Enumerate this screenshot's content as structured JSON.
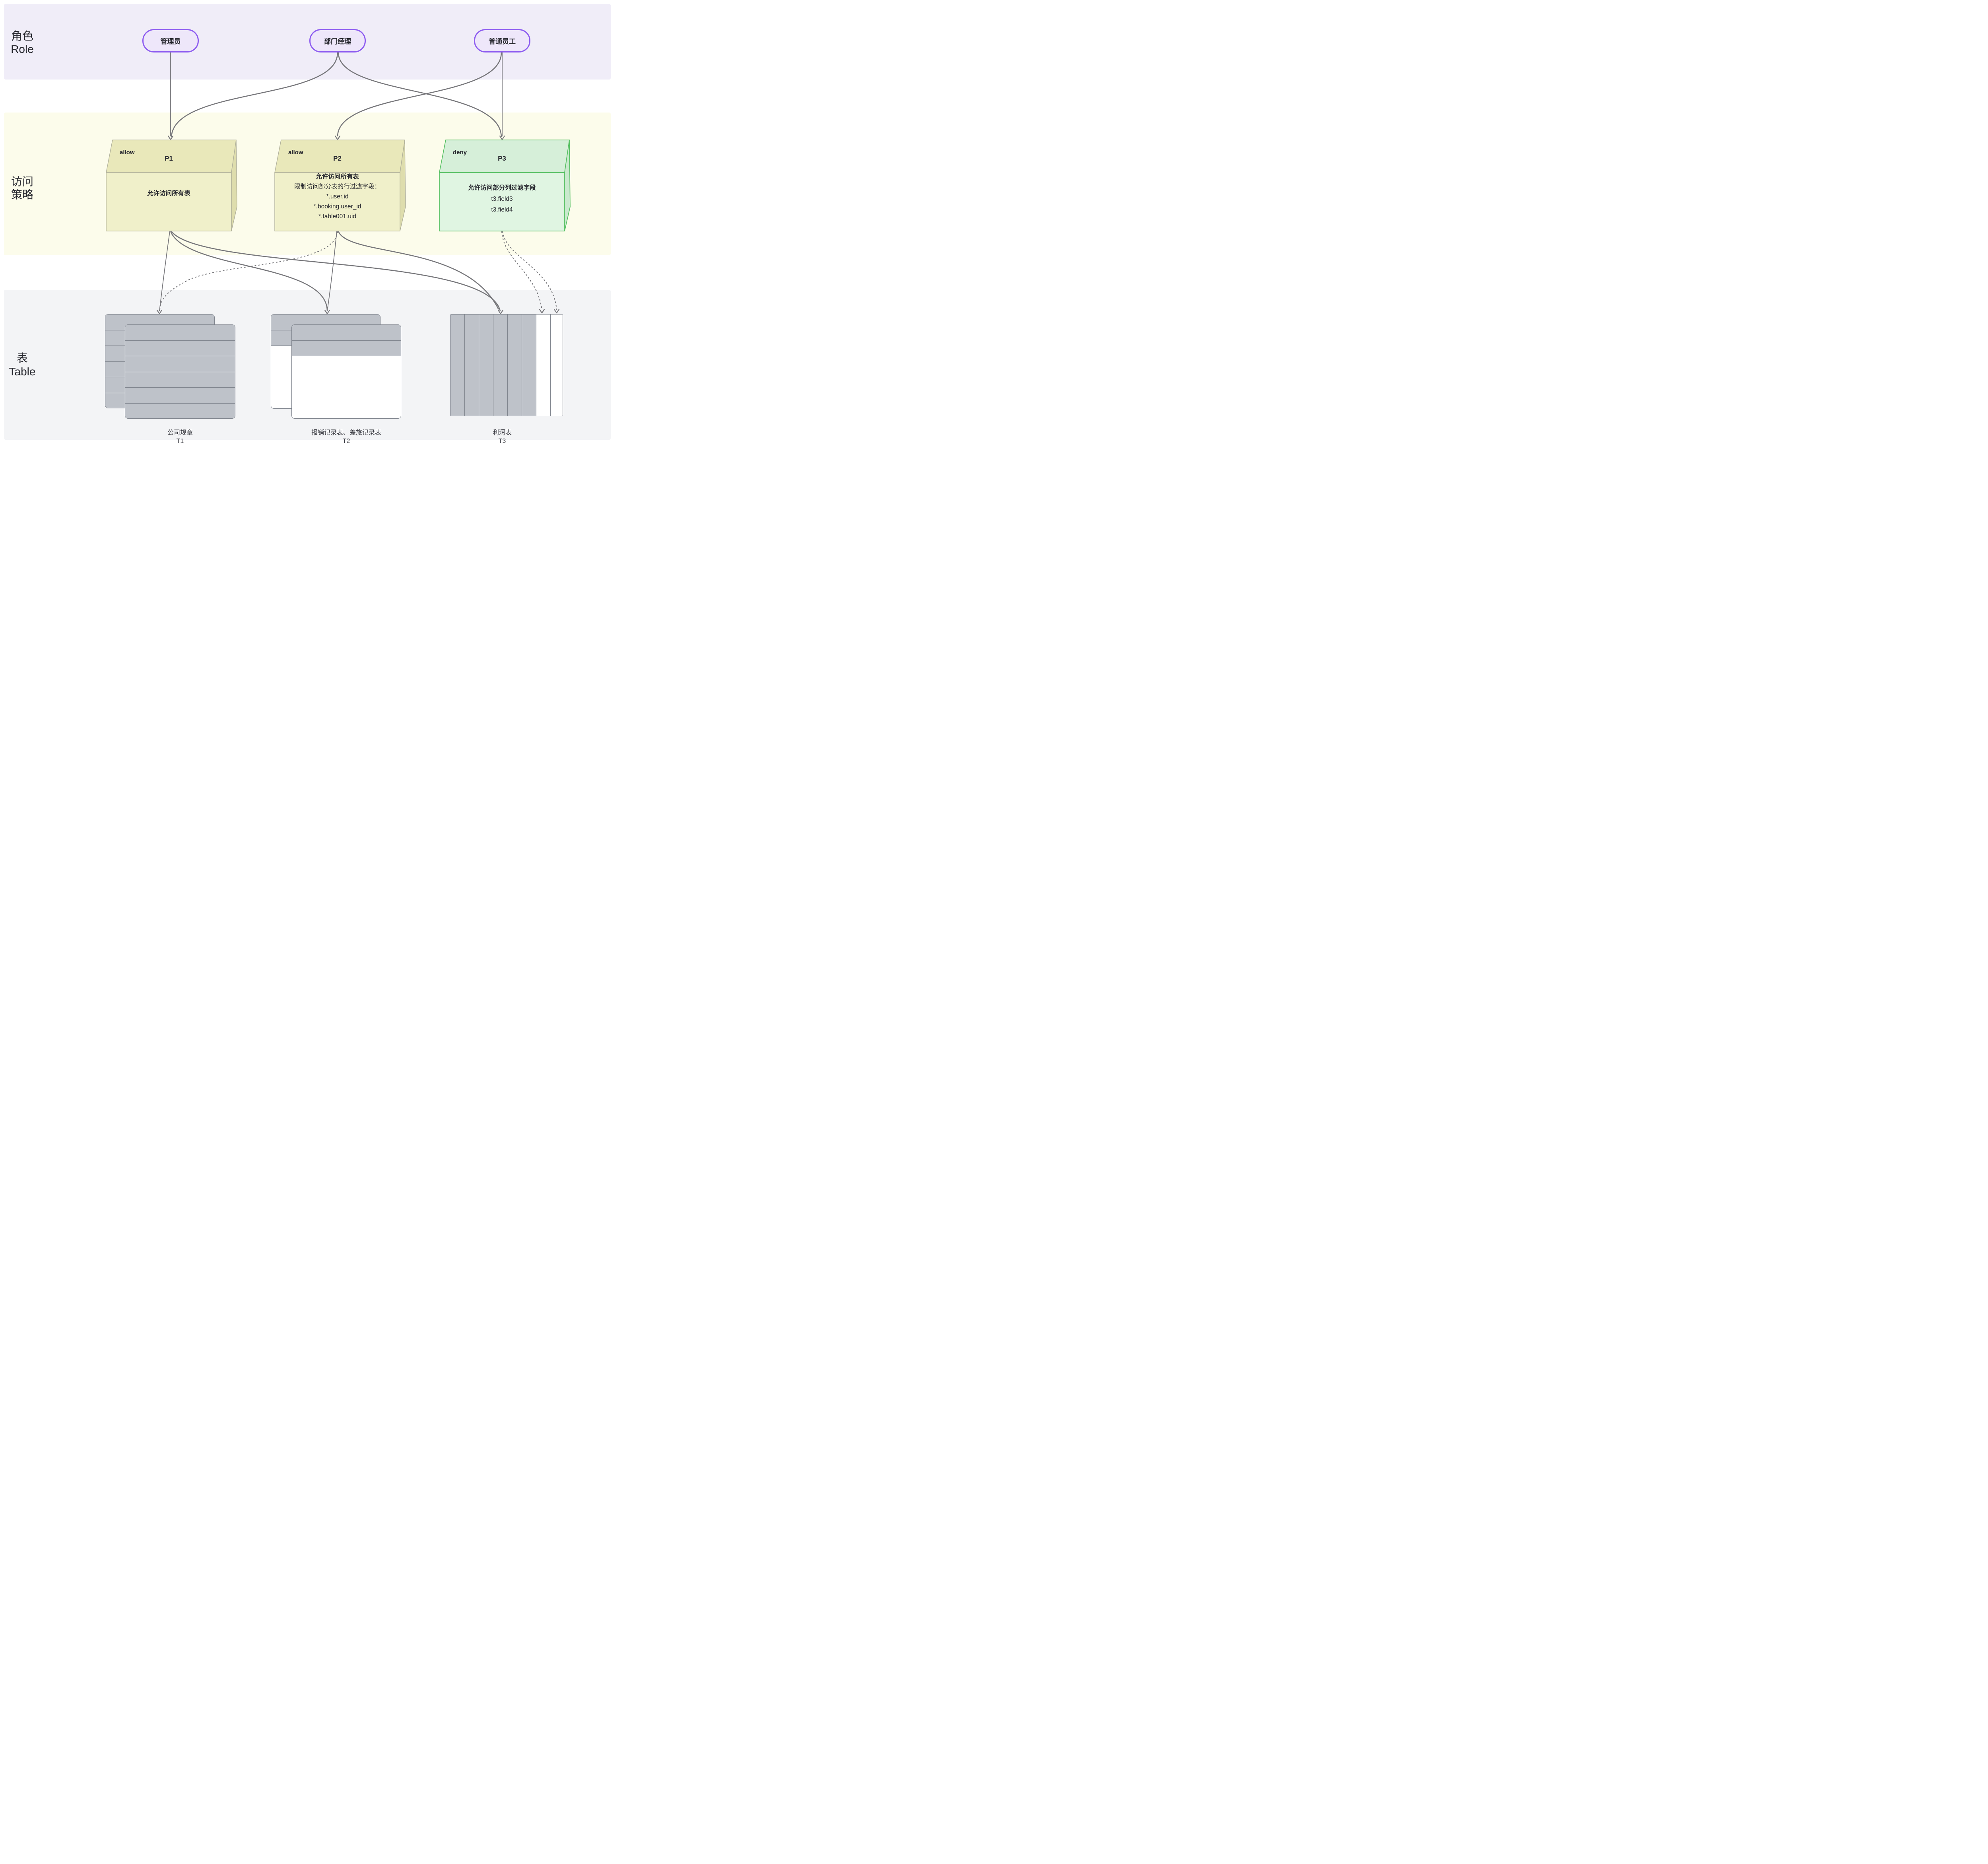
{
  "lanes": {
    "role": {
      "line1": "角色",
      "line2": "Role"
    },
    "policy": {
      "line1": "访问",
      "line2": "策略"
    },
    "table": {
      "line1": "表",
      "line2": "Table"
    }
  },
  "roles": [
    {
      "label": "管理员"
    },
    {
      "label": "部门经理"
    },
    {
      "label": "普通员工"
    }
  ],
  "policies": [
    {
      "tag": "allow",
      "name": "P1",
      "body": [
        "允许访问所有表"
      ]
    },
    {
      "tag": "allow",
      "name": "P2",
      "body": [
        "允许访问所有表",
        "限制访问部分表的行过滤字段：",
        "*.user.id",
        "*.booking.user_id",
        "*.table001.uid"
      ]
    },
    {
      "tag": "deny",
      "name": "P3",
      "body": [
        "允许访问部分列过滤字段",
        "t3.field3",
        "t3.field4"
      ]
    }
  ],
  "tables": [
    {
      "caption": "公司规章",
      "code": "T1"
    },
    {
      "caption": "报销记录表、差旅记录表",
      "code": "T2"
    },
    {
      "caption": "利润表",
      "code": "T3"
    }
  ],
  "edges": {
    "role_to_policy": [
      {
        "from": "管理员",
        "to": "P1",
        "style": "solid"
      },
      {
        "from": "部门经理",
        "to": "P1",
        "style": "solid"
      },
      {
        "from": "部门经理",
        "to": "P3",
        "style": "solid"
      },
      {
        "from": "普通员工",
        "to": "P2",
        "style": "solid"
      },
      {
        "from": "普通员工",
        "to": "P3",
        "style": "solid"
      }
    ],
    "policy_to_table": [
      {
        "from": "P1",
        "to": "T1",
        "style": "solid"
      },
      {
        "from": "P1",
        "to": "T2",
        "style": "solid"
      },
      {
        "from": "P1",
        "to": "T3",
        "style": "solid"
      },
      {
        "from": "P2",
        "to": "T1",
        "style": "dotted"
      },
      {
        "from": "P2",
        "to": "T2",
        "style": "solid"
      },
      {
        "from": "P2",
        "to": "T3",
        "style": "solid"
      },
      {
        "from": "P3",
        "to": "T3-white-column-1",
        "style": "dotted"
      },
      {
        "from": "P3",
        "to": "T3-white-column-2",
        "style": "dotted"
      }
    ]
  },
  "colors": {
    "band_role": "#F0EDF8",
    "band_policy": "#FCFCEB",
    "band_table": "#F3F4F6",
    "pill_fill": "#EEE7FA",
    "pill_border": "#8D5CF0",
    "policy_yellow_front": "#F0F0CA",
    "policy_yellow_top": "#E9E8BA",
    "policy_yellow_side": "#DEDDAD",
    "policy_yellow_stroke": "#B0B09A",
    "policy_green_front": "#E0F5E2",
    "policy_green_top": "#D6EFD9",
    "policy_green_side": "#CAE9CE",
    "policy_green_stroke": "#54BF60",
    "table_gray": "#BEC2C9",
    "table_stroke": "#7F848D",
    "arrow": "#77777B",
    "text": "#26272E"
  }
}
